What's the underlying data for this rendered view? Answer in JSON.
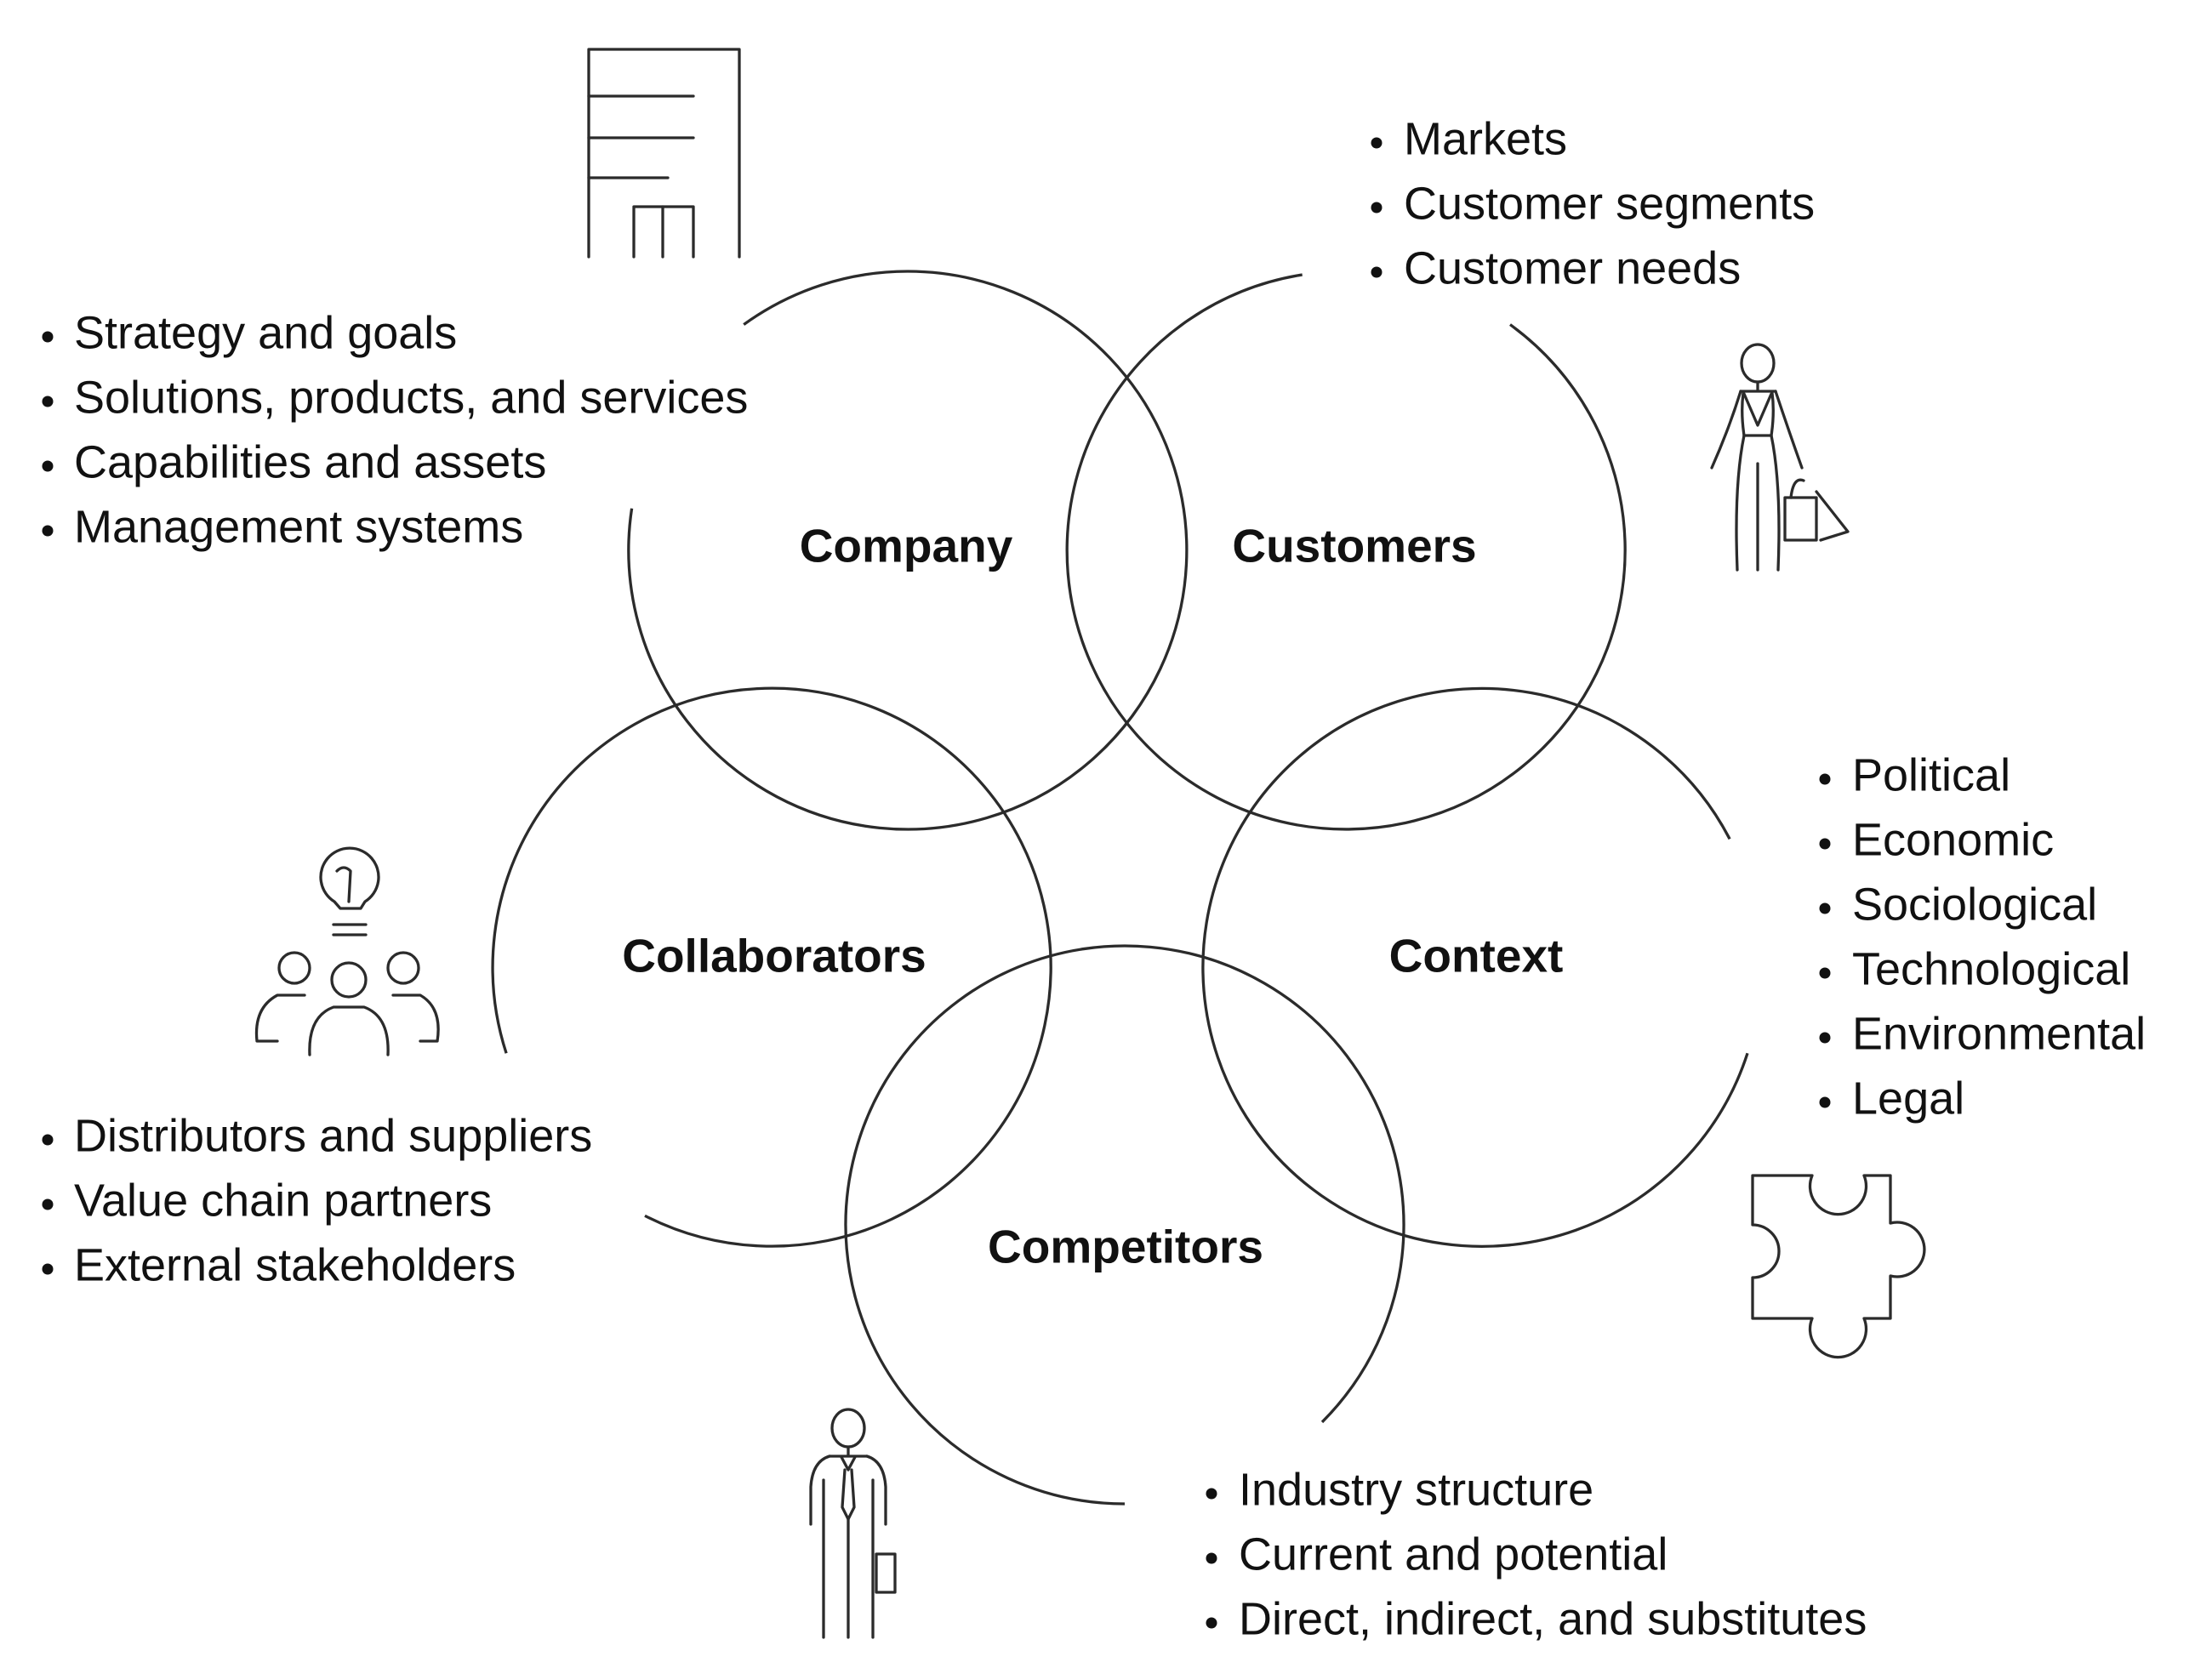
{
  "diagram": {
    "circles": [
      {
        "id": "company",
        "label": "Company"
      },
      {
        "id": "customers",
        "label": "Customers"
      },
      {
        "id": "collaborators",
        "label": "Collaborators"
      },
      {
        "id": "context",
        "label": "Context"
      },
      {
        "id": "competitors",
        "label": "Competitors"
      }
    ],
    "lists": {
      "company": [
        "Strategy and goals",
        "Solutions, products, and services",
        "Capabilities and assets",
        "Management systems"
      ],
      "customers": [
        "Markets",
        "Customer segments",
        "Customer needs"
      ],
      "collaborators": [
        "Distributors and suppliers",
        "Value chain partners",
        "External stakeholders"
      ],
      "context": [
        "Political",
        "Economic",
        "Sociological",
        "Technological",
        "Environmental",
        "Legal"
      ],
      "competitors": [
        "Industry structure",
        "Current and potential",
        "Direct, indirect, and substitutes"
      ]
    },
    "icons": {
      "company": "building-icon",
      "customers": "shopper-woman-icon",
      "collaborators": "team-idea-icon",
      "context": "puzzle-piece-icon",
      "competitors": "businessman-icon"
    },
    "line_color": "#2b2b2b",
    "text_color": "#111111"
  }
}
